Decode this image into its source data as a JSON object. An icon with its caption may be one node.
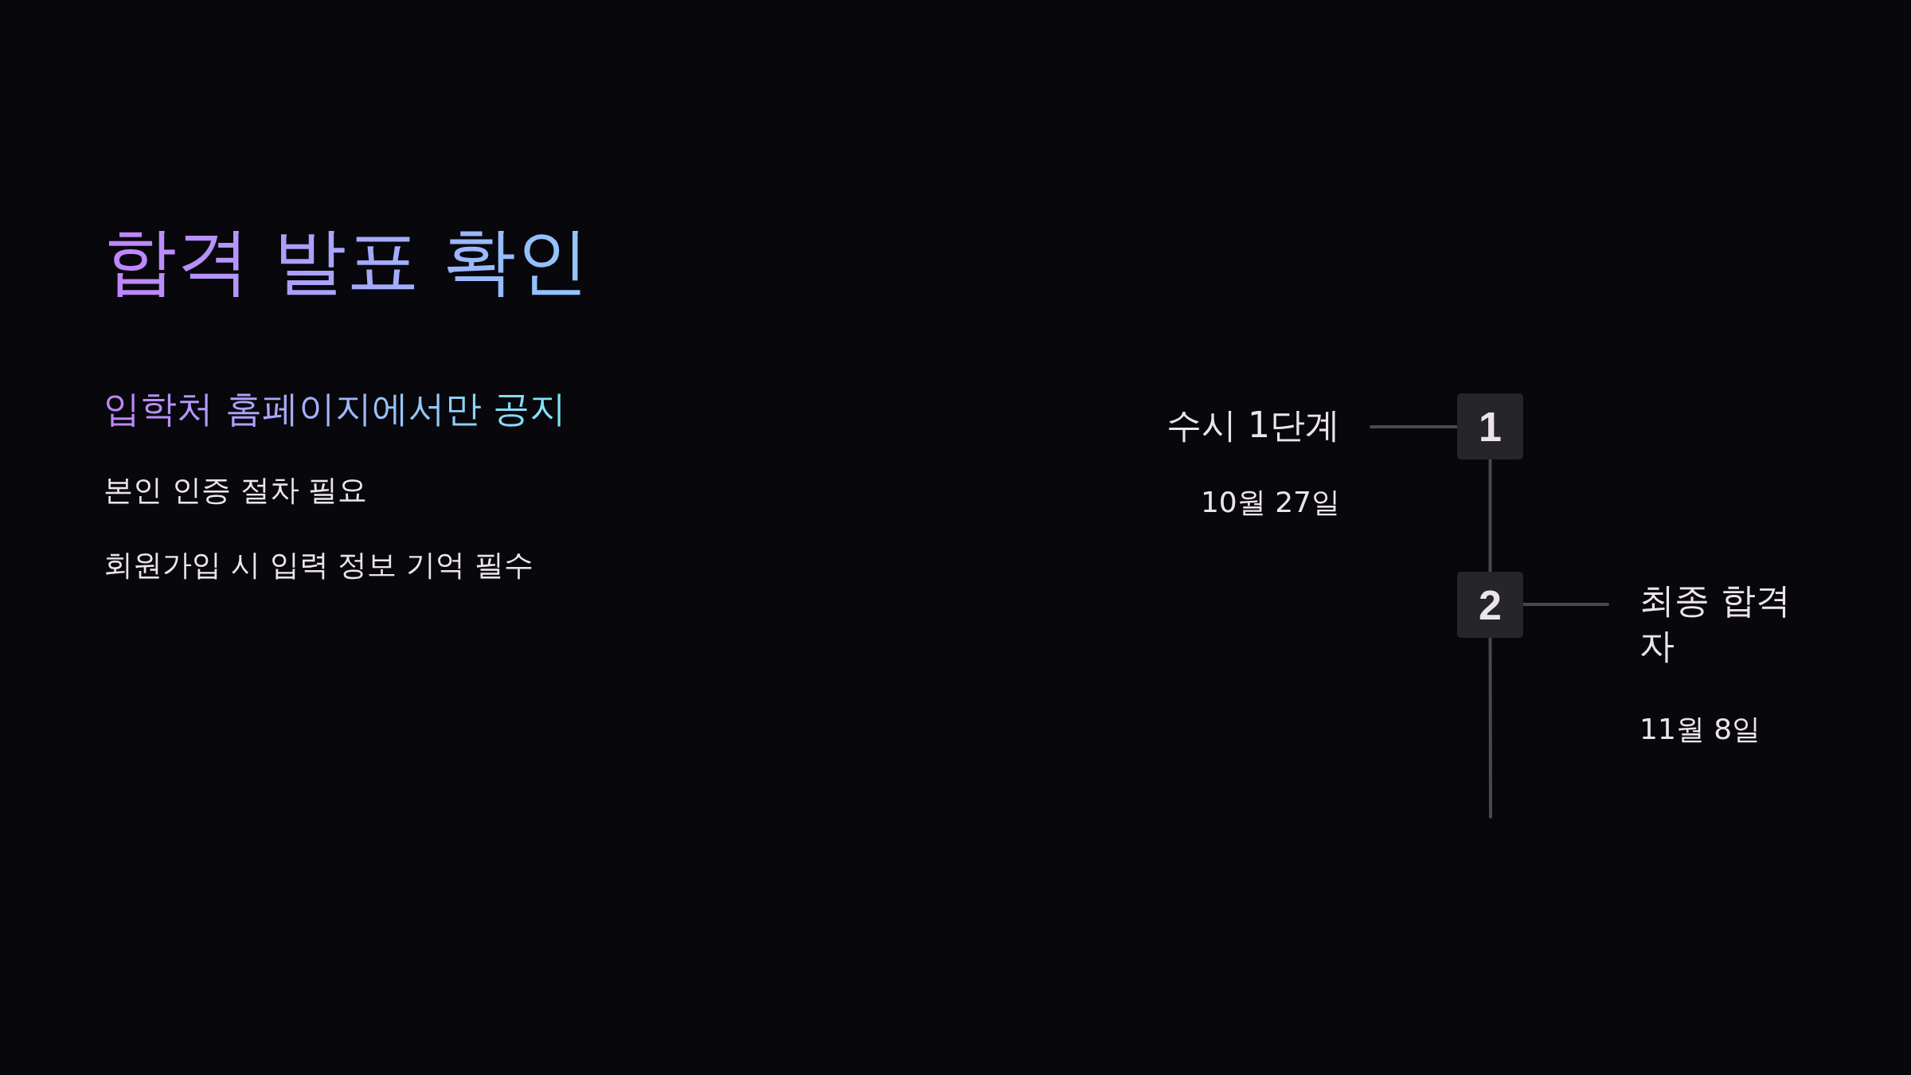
{
  "diagram": {
    "title": "합격 발표 확인",
    "nodes": [
      {
        "text": [
          "1"
        ]
      },
      {
        "text": [
          "2"
        ]
      },
      {
        "text": [
          "수시 1단계"
        ],
        "beside": [
          "10월 27일"
        ]
      },
      {
        "text": [
          "최종 합격자"
        ],
        "beside": [
          "11월 8일"
        ]
      }
    ],
    "edges": [
      {
        "from": 0,
        "to": 1,
        "arrow": "none"
      },
      {
        "from": 1,
        "to": null,
        "arrow": "none"
      },
      {
        "from": 2,
        "to": 0,
        "arrow": "none"
      },
      {
        "from": 1,
        "to": 3,
        "arrow": "none"
      }
    ],
    "labels": [
      "입학처 홈페이지에서만 공지",
      "본인 인증 절차 필요",
      "회원가입 시 입력 정보 기억 필수"
    ]
  }
}
